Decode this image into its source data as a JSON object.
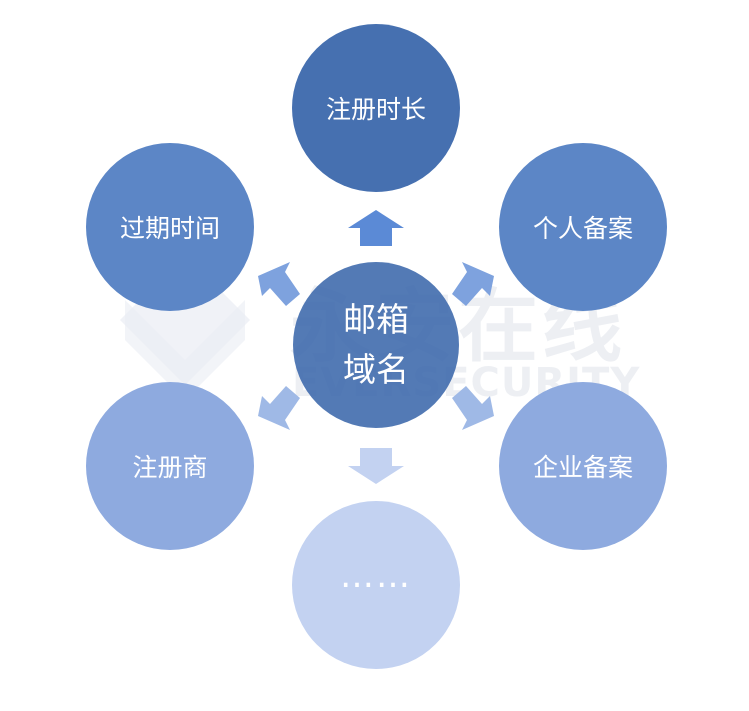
{
  "center": {
    "line1": "邮箱",
    "line2": "域名"
  },
  "nodes": {
    "top": "注册时长",
    "top_left": "过期时间",
    "top_right": "个人备案",
    "bottom_left": "注册商",
    "bottom_right": "企业备案",
    "bottom": "……"
  },
  "watermark": {
    "cn": "永安在线",
    "en": "EVERSECURITY"
  },
  "colors": {
    "dark": "#4670b0",
    "medium": "#5c86c6",
    "light": "#8eaadf",
    "lighter": "#c3d2f1",
    "arrow_top": "#5b8ad6",
    "arrow_upper": "#7ea2de",
    "arrow_lower": "#9fb9e6",
    "arrow_bottom": "#c3d2f1"
  }
}
